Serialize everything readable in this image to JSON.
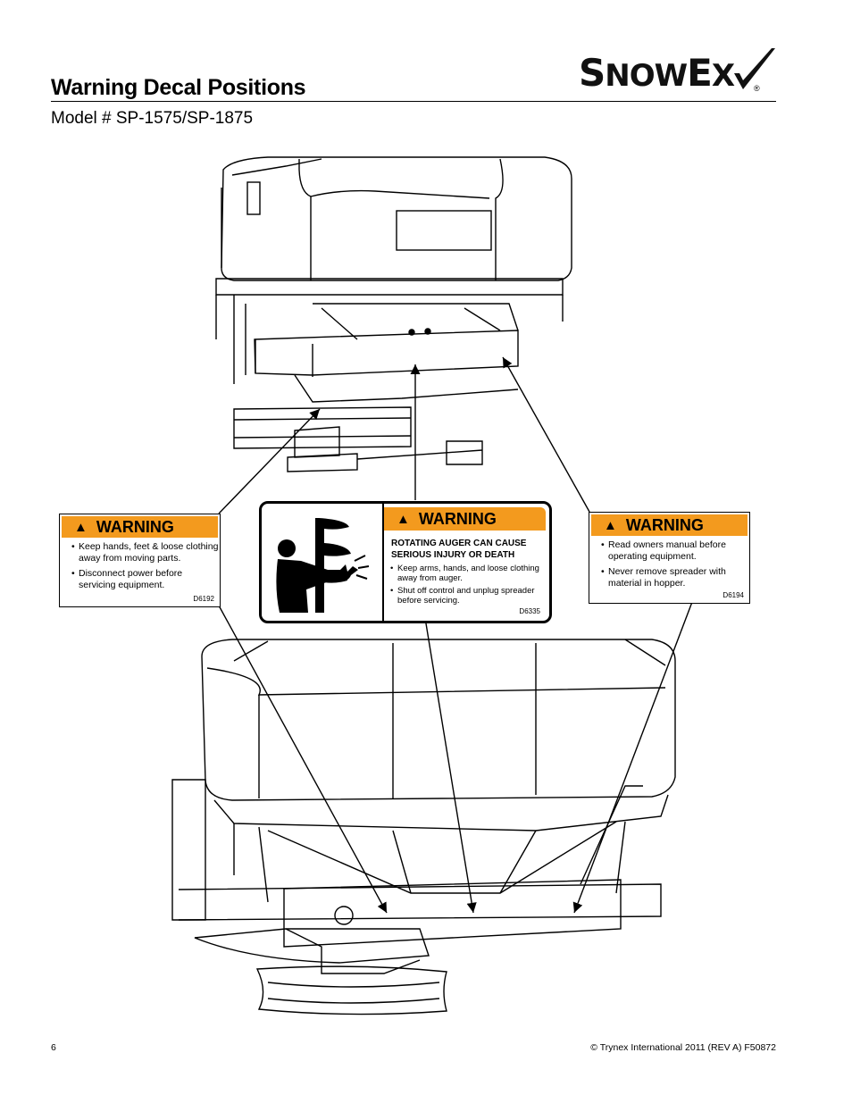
{
  "header": {
    "title": "Warning Decal Positions",
    "subtitle": "Model # SP-1575/SP-1875",
    "logo_text_s": "S",
    "logo_text_now": "NOW",
    "logo_text_e": "E",
    "logo_text_x": "X",
    "logo_reg": "®"
  },
  "decals": {
    "left": {
      "heading": "WARNING",
      "icon": "warning-triangle-icon",
      "items": [
        "Keep hands, feet & loose clothing away from moving parts.",
        "Disconnect power before servicing equipment."
      ],
      "code": "D6192"
    },
    "center": {
      "heading": "WARNING",
      "icon": "warning-triangle-icon",
      "caption": "ROTATING AUGER CAN CAUSE SERIOUS INJURY OR DEATH",
      "items": [
        "Keep arms, hands, and loose clothing away from auger.",
        "Shut off control and unplug spreader before servicing."
      ],
      "code": "D6335"
    },
    "right": {
      "heading": "WARNING",
      "icon": "warning-triangle-icon",
      "items": [
        "Read owners manual before operating equipment.",
        "Never remove spreader with material in hopper."
      ],
      "code": "D6194"
    }
  },
  "colors": {
    "warning_orange": "#f39a1e"
  },
  "footer": {
    "page_number": "6",
    "copyright": "© Trynex International 2011  (REV A) F50872"
  }
}
